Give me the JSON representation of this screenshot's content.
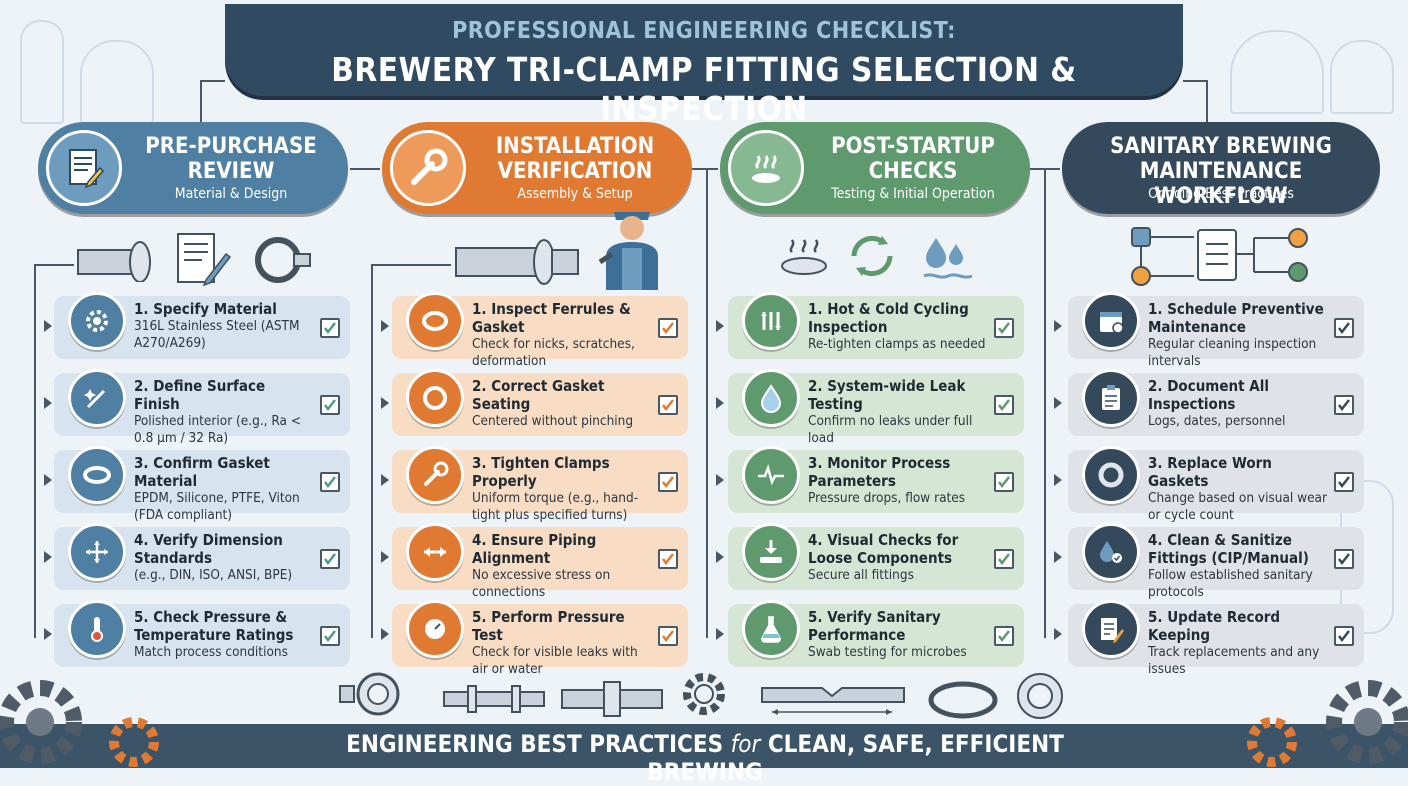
{
  "title": {
    "subtitle": "PROFESSIONAL ENGINEERING CHECKLIST:",
    "main": "BREWERY TRI-CLAMP FITTING SELECTION & INSPECTION"
  },
  "colors": {
    "blue": "#4f7fa3",
    "orange": "#e07a33",
    "green": "#5e9a6e",
    "navy": "#34495c",
    "blue_bg": "#d7e3ee",
    "orange_bg": "#f8dcc3",
    "green_bg": "#d6e6d4",
    "gray_bg": "#dfe2e6"
  },
  "columns": [
    {
      "title": "PRE-PURCHASE REVIEW",
      "subtitle": "Material & Design",
      "icon": "checklist-document-icon",
      "items": [
        {
          "title": "1. Specify Material",
          "desc": "316L Stainless Steel (ASTM A270/A269)",
          "icon": "gear-icon"
        },
        {
          "title": "2. Define Surface Finish",
          "desc": "Polished interior (e.g., Ra < 0.8 µm / 32 Ra)",
          "icon": "polish-wand-icon"
        },
        {
          "title": "3. Confirm Gasket Material",
          "desc": "EPDM, Silicone, PTFE, Viton (FDA compliant)",
          "icon": "gasket-ring-icon"
        },
        {
          "title": "4. Verify Dimension Standards",
          "desc": "(e.g., DIN, ISO, ANSI, BPE)",
          "icon": "dimension-arrows-icon"
        },
        {
          "title": "5. Check Pressure & Temperature Ratings",
          "desc": "Match process conditions",
          "icon": "thermometer-icon"
        }
      ]
    },
    {
      "title": "INSTALLATION VERIFICATION",
      "subtitle": "Assembly & Setup",
      "icon": "wrench-icon",
      "items": [
        {
          "title": "1. Inspect Ferrules & Gasket",
          "desc": "Check for nicks, scratches, deformation",
          "icon": "ferrule-icon"
        },
        {
          "title": "2. Correct Gasket Seating",
          "desc": "Centered without pinching",
          "icon": "gasket-ring-icon"
        },
        {
          "title": "3. Tighten Clamps Properly",
          "desc": "Uniform torque (e.g., hand-tight plus specified turns)",
          "icon": "wrench-icon"
        },
        {
          "title": "4. Ensure Piping Alignment",
          "desc": "No excessive stress on connections",
          "icon": "double-arrow-icon"
        },
        {
          "title": "5. Perform Pressure Test",
          "desc": "Check for visible leaks with air or water",
          "icon": "pressure-gauge-icon"
        }
      ]
    },
    {
      "title": "POST-STARTUP CHECKS",
      "subtitle": "Testing & Initial Operation",
      "icon": "heat-steam-icon",
      "items": [
        {
          "title": "1. Hot & Cold Cycling Inspection",
          "desc": "Re-tighten clamps as needed",
          "icon": "temperature-cycle-icon"
        },
        {
          "title": "2. System-wide Leak Testing",
          "desc": "Confirm no leaks under full load",
          "icon": "water-drop-icon"
        },
        {
          "title": "3. Monitor Process Parameters",
          "desc": "Pressure drops, flow rates",
          "icon": "pulse-wave-icon"
        },
        {
          "title": "4. Visual Checks for Loose Components",
          "desc": "Secure all fittings",
          "icon": "clamp-down-icon"
        },
        {
          "title": "5. Verify Sanitary Performance",
          "desc": "Swab testing for microbes",
          "icon": "flask-icon"
        }
      ]
    },
    {
      "title": "SANITARY BREWING MAINTENANCE WORKFLOW",
      "subtitle": "Ongoing Best Practices",
      "icon": "",
      "items": [
        {
          "title": "1. Schedule Preventive Maintenance",
          "desc": "Regular cleaning inspection intervals",
          "icon": "calendar-icon"
        },
        {
          "title": "2. Document All Inspections",
          "desc": "Logs, dates, personnel",
          "icon": "clipboard-icon"
        },
        {
          "title": "3. Replace Worn Gaskets",
          "desc": "Change based on visual wear or cycle count",
          "icon": "gasket-ring-icon"
        },
        {
          "title": "4. Clean & Sanitize Fittings (CIP/Manual)",
          "desc": "Follow established sanitary protocols",
          "icon": "water-drops-icon"
        },
        {
          "title": "5. Update Record Keeping",
          "desc": "Track replacements and any issues",
          "icon": "document-pen-icon"
        }
      ]
    }
  ],
  "footer": {
    "part1": "ENGINEERING BEST PRACTICES",
    "part2": "for",
    "part3": "CLEAN, SAFE, EFFICIENT BREWING"
  }
}
